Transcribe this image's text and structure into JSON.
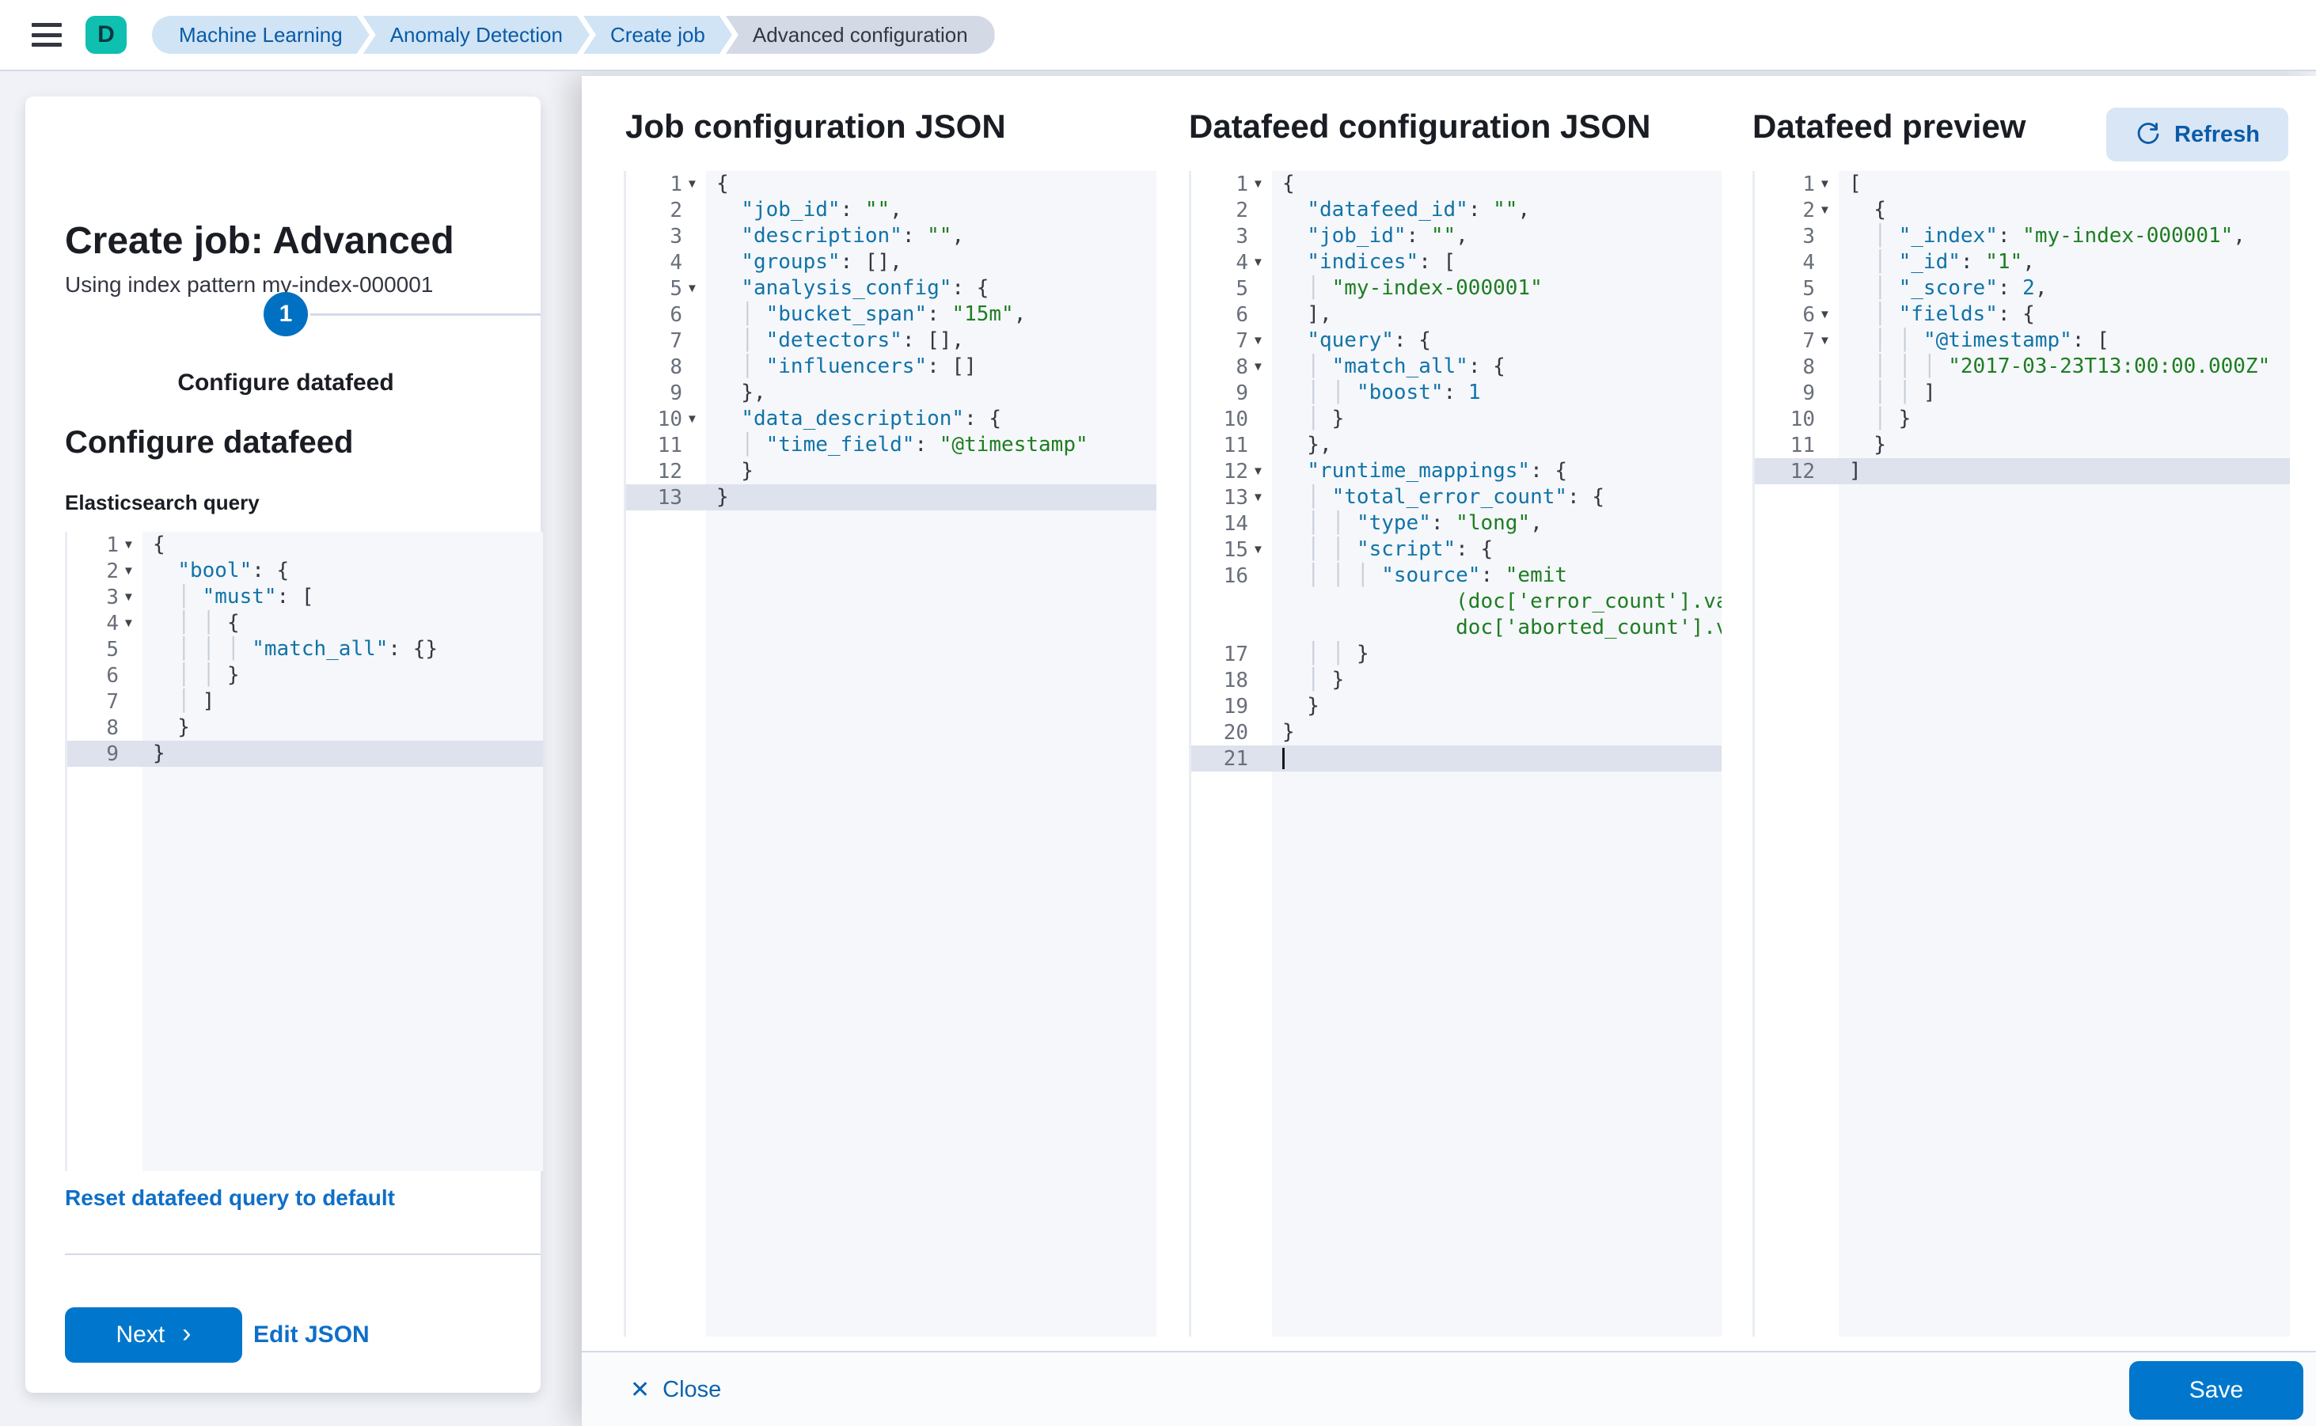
{
  "header": {
    "space_initial": "D",
    "breadcrumbs": [
      {
        "label": "Machine Learning"
      },
      {
        "label": "Anomaly Detection"
      },
      {
        "label": "Create job"
      },
      {
        "label": "Advanced configuration"
      }
    ]
  },
  "left_panel": {
    "title": "Create job: Advanced",
    "subtitle": "Using index pattern my-index-000001",
    "step_number": "1",
    "step_label": "Configure datafeed",
    "section_heading": "Configure datafeed",
    "query_label": "Elasticsearch query",
    "reset_link": "Reset datafeed query to default",
    "next_button": "Next",
    "next_chevron": "›",
    "edit_json_link": "Edit JSON"
  },
  "flyout": {
    "job_title": "Job configuration JSON",
    "datafeed_title": "Datafeed configuration JSON",
    "preview_title": "Datafeed preview",
    "refresh_button": "Refresh",
    "close_button": "Close",
    "close_icon": "✕",
    "save_button": "Save"
  },
  "colors": {
    "primary": "#0077cc",
    "link": "#0e6fc8",
    "space_badge_teal": "#0fbfb0",
    "breadcrumb_blue_bg": "#d0e4f5",
    "breadcrumb_blue_text": "#0a5aa6",
    "breadcrumb_gray_bg": "#d3dae6",
    "code_key": "#1173a8",
    "code_string": "#1e7d22",
    "code_number": "#1173a8",
    "active_line_highlight": "#dde2ec"
  },
  "editors": {
    "es_query": {
      "lines": [
        {
          "n": "1",
          "fold": true,
          "segs": [
            [
              "p",
              "{"
            ]
          ]
        },
        {
          "n": "2",
          "fold": true,
          "segs": [
            [
              "p",
              "  "
            ],
            [
              "k",
              "\"bool\""
            ],
            [
              "p",
              ": {"
            ]
          ]
        },
        {
          "n": "3",
          "fold": true,
          "segs": [
            [
              "p",
              "  "
            ],
            [
              "g",
              "│ "
            ],
            [
              "k",
              "\"must\""
            ],
            [
              "p",
              ": ["
            ]
          ]
        },
        {
          "n": "4",
          "fold": true,
          "segs": [
            [
              "p",
              "  "
            ],
            [
              "g",
              "│ │ "
            ],
            [
              "p",
              "{"
            ]
          ]
        },
        {
          "n": "5",
          "segs": [
            [
              "p",
              "  "
            ],
            [
              "g",
              "│ │ │ "
            ],
            [
              "k",
              "\"match_all\""
            ],
            [
              "p",
              ": {}"
            ]
          ]
        },
        {
          "n": "6",
          "segs": [
            [
              "p",
              "  "
            ],
            [
              "g",
              "│ │ "
            ],
            [
              "p",
              "}"
            ]
          ]
        },
        {
          "n": "7",
          "segs": [
            [
              "p",
              "  "
            ],
            [
              "g",
              "│ "
            ],
            [
              "p",
              "]"
            ]
          ]
        },
        {
          "n": "8",
          "segs": [
            [
              "p",
              "  }"
            ]
          ]
        },
        {
          "n": "9",
          "active": true,
          "segs": [
            [
              "p",
              "}"
            ]
          ]
        }
      ]
    },
    "job_config": {
      "lines": [
        {
          "n": "1",
          "fold": true,
          "segs": [
            [
              "p",
              "{"
            ]
          ]
        },
        {
          "n": "2",
          "segs": [
            [
              "p",
              "  "
            ],
            [
              "k",
              "\"job_id\""
            ],
            [
              "p",
              ": "
            ],
            [
              "s",
              "\"\""
            ],
            [
              "p",
              ","
            ]
          ]
        },
        {
          "n": "3",
          "segs": [
            [
              "p",
              "  "
            ],
            [
              "k",
              "\"description\""
            ],
            [
              "p",
              ": "
            ],
            [
              "s",
              "\"\""
            ],
            [
              "p",
              ","
            ]
          ]
        },
        {
          "n": "4",
          "segs": [
            [
              "p",
              "  "
            ],
            [
              "k",
              "\"groups\""
            ],
            [
              "p",
              ": [],"
            ]
          ]
        },
        {
          "n": "5",
          "fold": true,
          "segs": [
            [
              "p",
              "  "
            ],
            [
              "k",
              "\"analysis_config\""
            ],
            [
              "p",
              ": {"
            ]
          ]
        },
        {
          "n": "6",
          "segs": [
            [
              "p",
              "  "
            ],
            [
              "g",
              "│ "
            ],
            [
              "k",
              "\"bucket_span\""
            ],
            [
              "p",
              ": "
            ],
            [
              "s",
              "\"15m\""
            ],
            [
              "p",
              ","
            ]
          ]
        },
        {
          "n": "7",
          "segs": [
            [
              "p",
              "  "
            ],
            [
              "g",
              "│ "
            ],
            [
              "k",
              "\"detectors\""
            ],
            [
              "p",
              ": [],"
            ]
          ]
        },
        {
          "n": "8",
          "segs": [
            [
              "p",
              "  "
            ],
            [
              "g",
              "│ "
            ],
            [
              "k",
              "\"influencers\""
            ],
            [
              "p",
              ": []"
            ]
          ]
        },
        {
          "n": "9",
          "segs": [
            [
              "p",
              "  },"
            ]
          ]
        },
        {
          "n": "10",
          "fold": true,
          "segs": [
            [
              "p",
              "  "
            ],
            [
              "k",
              "\"data_description\""
            ],
            [
              "p",
              ": {"
            ]
          ]
        },
        {
          "n": "11",
          "segs": [
            [
              "p",
              "  "
            ],
            [
              "g",
              "│ "
            ],
            [
              "k",
              "\"time_field\""
            ],
            [
              "p",
              ": "
            ],
            [
              "s",
              "\"@timestamp\""
            ]
          ]
        },
        {
          "n": "12",
          "segs": [
            [
              "p",
              "  }"
            ]
          ]
        },
        {
          "n": "13",
          "active": true,
          "segs": [
            [
              "p",
              "}"
            ]
          ]
        }
      ]
    },
    "datafeed_config": {
      "lines": [
        {
          "n": "1",
          "fold": true,
          "segs": [
            [
              "p",
              "{"
            ]
          ]
        },
        {
          "n": "2",
          "segs": [
            [
              "p",
              "  "
            ],
            [
              "k",
              "\"datafeed_id\""
            ],
            [
              "p",
              ": "
            ],
            [
              "s",
              "\"\""
            ],
            [
              "p",
              ","
            ]
          ]
        },
        {
          "n": "3",
          "segs": [
            [
              "p",
              "  "
            ],
            [
              "k",
              "\"job_id\""
            ],
            [
              "p",
              ": "
            ],
            [
              "s",
              "\"\""
            ],
            [
              "p",
              ","
            ]
          ]
        },
        {
          "n": "4",
          "fold": true,
          "segs": [
            [
              "p",
              "  "
            ],
            [
              "k",
              "\"indices\""
            ],
            [
              "p",
              ": ["
            ]
          ]
        },
        {
          "n": "5",
          "segs": [
            [
              "p",
              "  "
            ],
            [
              "g",
              "│ "
            ],
            [
              "s",
              "\"my-index-000001\""
            ]
          ]
        },
        {
          "n": "6",
          "segs": [
            [
              "p",
              "  ],"
            ]
          ]
        },
        {
          "n": "7",
          "fold": true,
          "segs": [
            [
              "p",
              "  "
            ],
            [
              "k",
              "\"query\""
            ],
            [
              "p",
              ": {"
            ]
          ]
        },
        {
          "n": "8",
          "fold": true,
          "segs": [
            [
              "p",
              "  "
            ],
            [
              "g",
              "│ "
            ],
            [
              "k",
              "\"match_all\""
            ],
            [
              "p",
              ": {"
            ]
          ]
        },
        {
          "n": "9",
          "segs": [
            [
              "p",
              "  "
            ],
            [
              "g",
              "│ │ "
            ],
            [
              "k",
              "\"boost\""
            ],
            [
              "p",
              ": "
            ],
            [
              "n",
              "1"
            ]
          ]
        },
        {
          "n": "10",
          "segs": [
            [
              "p",
              "  "
            ],
            [
              "g",
              "│ "
            ],
            [
              "p",
              "}"
            ]
          ]
        },
        {
          "n": "11",
          "segs": [
            [
              "p",
              "  },"
            ]
          ]
        },
        {
          "n": "12",
          "fold": true,
          "segs": [
            [
              "p",
              "  "
            ],
            [
              "k",
              "\"runtime_mappings\""
            ],
            [
              "p",
              ": {"
            ]
          ]
        },
        {
          "n": "13",
          "fold": true,
          "segs": [
            [
              "p",
              "  "
            ],
            [
              "g",
              "│ "
            ],
            [
              "k",
              "\"total_error_count\""
            ],
            [
              "p",
              ": {"
            ]
          ]
        },
        {
          "n": "14",
          "segs": [
            [
              "p",
              "  "
            ],
            [
              "g",
              "│ │ "
            ],
            [
              "k",
              "\"type\""
            ],
            [
              "p",
              ": "
            ],
            [
              "s",
              "\"long\""
            ],
            [
              "p",
              ","
            ]
          ]
        },
        {
          "n": "15",
          "fold": true,
          "segs": [
            [
              "p",
              "  "
            ],
            [
              "g",
              "│ │ "
            ],
            [
              "k",
              "\"script\""
            ],
            [
              "p",
              ": {"
            ]
          ]
        },
        {
          "n": "16",
          "segs": [
            [
              "p",
              "  "
            ],
            [
              "g",
              "│ │ │ "
            ],
            [
              "k",
              "\"source\""
            ],
            [
              "p",
              ": "
            ],
            [
              "s",
              "\"emit"
            ]
          ]
        },
        {
          "n": "",
          "wrap": true,
          "segs": [
            [
              "p",
              "              "
            ],
            [
              "s",
              "(doc['error_count'].value +"
            ]
          ]
        },
        {
          "n": "",
          "wrap": true,
          "segs": [
            [
              "p",
              "              "
            ],
            [
              "s",
              "doc['aborted_count'].value)\""
            ]
          ]
        },
        {
          "n": "17",
          "segs": [
            [
              "p",
              "  "
            ],
            [
              "g",
              "│ │ "
            ],
            [
              "p",
              "}"
            ]
          ]
        },
        {
          "n": "18",
          "segs": [
            [
              "p",
              "  "
            ],
            [
              "g",
              "│ "
            ],
            [
              "p",
              "}"
            ]
          ]
        },
        {
          "n": "19",
          "segs": [
            [
              "p",
              "  }"
            ]
          ]
        },
        {
          "n": "20",
          "segs": [
            [
              "p",
              "}"
            ]
          ]
        },
        {
          "n": "21",
          "active": true,
          "cursor": true,
          "segs": []
        }
      ]
    },
    "datafeed_preview": {
      "lines": [
        {
          "n": "1",
          "fold": true,
          "segs": [
            [
              "p",
              "["
            ]
          ]
        },
        {
          "n": "2",
          "fold": true,
          "segs": [
            [
              "p",
              "  {"
            ]
          ]
        },
        {
          "n": "3",
          "segs": [
            [
              "p",
              "  "
            ],
            [
              "g",
              "│ "
            ],
            [
              "k",
              "\"_index\""
            ],
            [
              "p",
              ": "
            ],
            [
              "s",
              "\"my-index-000001\""
            ],
            [
              "p",
              ","
            ]
          ]
        },
        {
          "n": "4",
          "segs": [
            [
              "p",
              "  "
            ],
            [
              "g",
              "│ "
            ],
            [
              "k",
              "\"_id\""
            ],
            [
              "p",
              ": "
            ],
            [
              "s",
              "\"1\""
            ],
            [
              "p",
              ","
            ]
          ]
        },
        {
          "n": "5",
          "segs": [
            [
              "p",
              "  "
            ],
            [
              "g",
              "│ "
            ],
            [
              "k",
              "\"_score\""
            ],
            [
              "p",
              ": "
            ],
            [
              "n",
              "2"
            ],
            [
              "p",
              ","
            ]
          ]
        },
        {
          "n": "6",
          "fold": true,
          "segs": [
            [
              "p",
              "  "
            ],
            [
              "g",
              "│ "
            ],
            [
              "k",
              "\"fields\""
            ],
            [
              "p",
              ": {"
            ]
          ]
        },
        {
          "n": "7",
          "fold": true,
          "segs": [
            [
              "p",
              "  "
            ],
            [
              "g",
              "│ │ "
            ],
            [
              "k",
              "\"@timestamp\""
            ],
            [
              "p",
              ": ["
            ]
          ]
        },
        {
          "n": "8",
          "segs": [
            [
              "p",
              "  "
            ],
            [
              "g",
              "│ │ │ "
            ],
            [
              "s",
              "\"2017-03-23T13:00:00.000Z\""
            ]
          ]
        },
        {
          "n": "9",
          "segs": [
            [
              "p",
              "  "
            ],
            [
              "g",
              "│ │ "
            ],
            [
              "p",
              "]"
            ]
          ]
        },
        {
          "n": "10",
          "segs": [
            [
              "p",
              "  "
            ],
            [
              "g",
              "│ "
            ],
            [
              "p",
              "}"
            ]
          ]
        },
        {
          "n": "11",
          "segs": [
            [
              "p",
              "  }"
            ]
          ]
        },
        {
          "n": "12",
          "active": true,
          "segs": [
            [
              "p",
              "]"
            ]
          ]
        }
      ]
    }
  }
}
